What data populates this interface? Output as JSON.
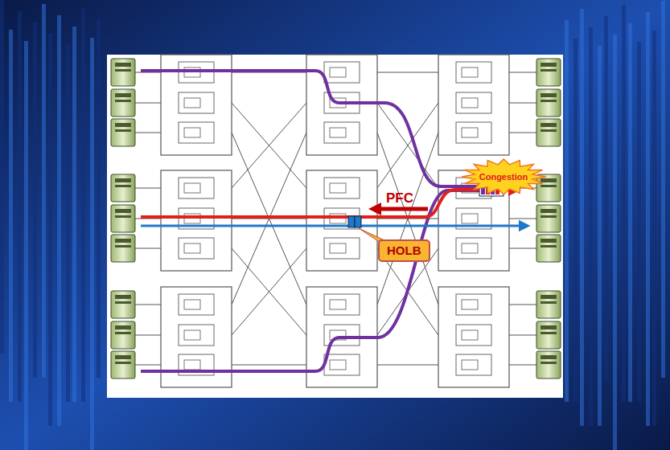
{
  "diagram": {
    "nodes": [
      {
        "text": [
          "Congestion"
        ]
      },
      {
        "text": [
          "HOLB"
        ]
      }
    ],
    "labels": [
      "PFC"
    ]
  }
}
